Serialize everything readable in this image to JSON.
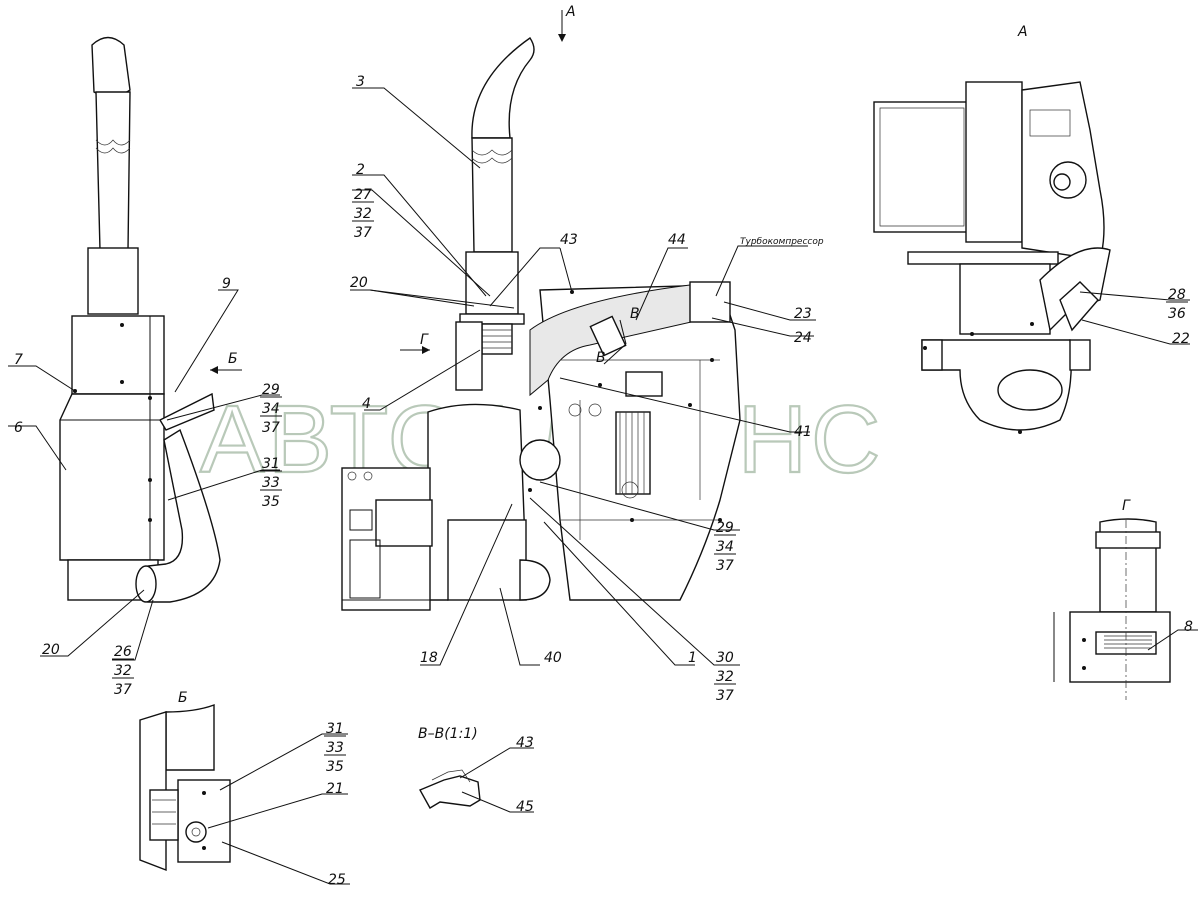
{
  "watermark": "АВТОАЛЬЯНС",
  "view_labels": {
    "arrow_a": "А",
    "view_a": "А",
    "view_b": "Б",
    "arrow_b": "Б",
    "view_g": "Г",
    "arrow_g": "Г",
    "section_v": "В–В(1:1)",
    "cut_v1": "В",
    "cut_v2": "В"
  },
  "notes": {
    "turbo": "Турбокомпрессор"
  },
  "callouts": {
    "c1": "1",
    "c2": "2",
    "c3": "3",
    "c4": "4",
    "c6": "6",
    "c7": "7",
    "c8": "8",
    "c9": "9",
    "c18": "18",
    "c20a": "20",
    "c20b": "20",
    "c21": "21",
    "c22": "22",
    "c23": "23",
    "c24": "24",
    "c25": "25",
    "c40": "40",
    "c41": "41",
    "c43a": "43",
    "c43b": "43",
    "c44": "44",
    "c45": "45",
    "s_27_32_37": [
      "27",
      "32",
      "37"
    ],
    "s_29_34_37_left": [
      "29",
      "34",
      "37"
    ],
    "s_31_33_35_left": [
      "31",
      "33",
      "35"
    ],
    "s_26_32_37": [
      "26",
      "32",
      "37"
    ],
    "s_29_34_37_mid": [
      "29",
      "34",
      "37"
    ],
    "s_30_32_37": [
      "30",
      "32",
      "37"
    ],
    "s_28_36": [
      "28",
      "36"
    ],
    "s_31_33_35_b": [
      "31",
      "33",
      "35"
    ]
  }
}
